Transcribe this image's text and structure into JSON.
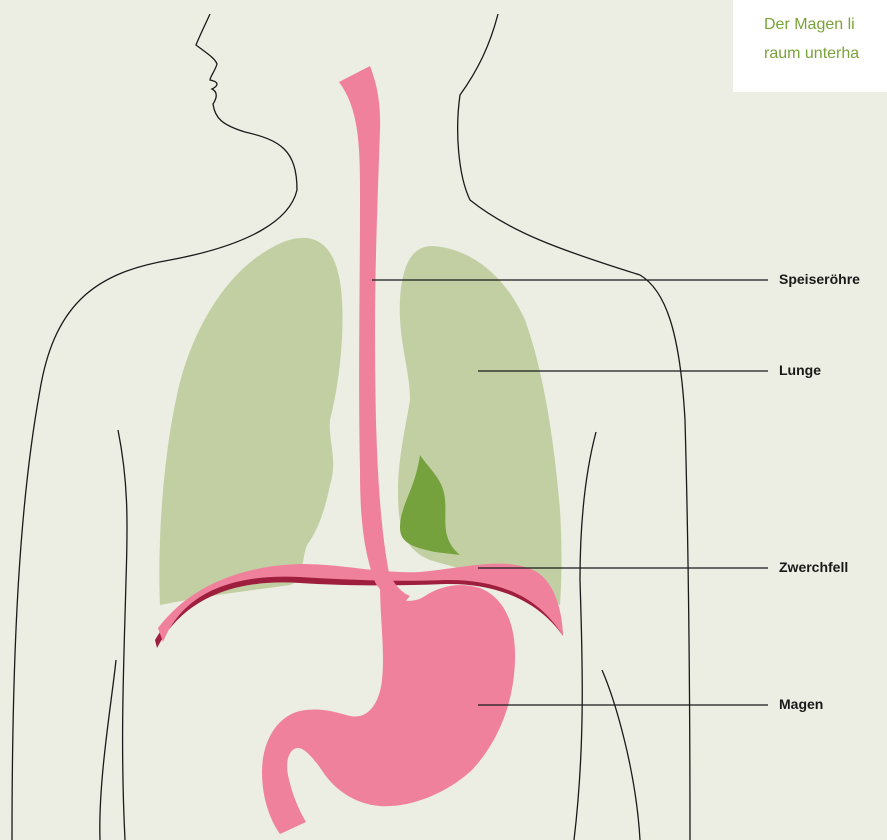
{
  "caption": {
    "line1": "Der Magen li",
    "line2": "raum unterha"
  },
  "labels": {
    "esophagus": "Speiseröhre",
    "lung": "Lunge",
    "diaphragm": "Zwerchfell",
    "stomach": "Magen"
  },
  "colors": {
    "background": "#ecede3",
    "lung": "#c2cfa3",
    "lung_dark": "#76a23d",
    "esophagus": "#f0819d",
    "diaphragm": "#9e1e3e",
    "caption_text": "#7aa23a",
    "outline": "#1a1a1a"
  }
}
